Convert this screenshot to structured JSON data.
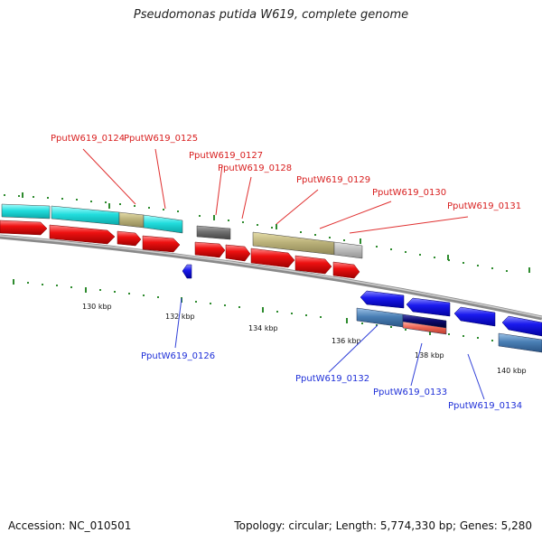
{
  "title": "Pseudomonas putida W619, complete genome",
  "accession_text": "Accession: NC_010501",
  "summary_text": "Topology: circular; Length: 5,774,330 bp; Genes: 5,280",
  "colors": {
    "forward_label": "#d81e1e",
    "reverse_label": "#1e2fd8",
    "ticks": "#2e8b2e",
    "backbone": "#888888",
    "cds_forward": "#ee1111",
    "cds_reverse": "#1a1aee",
    "feature_cyan": "#22dddd",
    "feature_khaki": "#bbb27a",
    "feature_gray": "#777777",
    "feature_lightgray": "#bbbbbb",
    "feature_steelblue": "#4a7fb5",
    "feature_navy": "#0a0a70",
    "feature_salmon": "#ee6655"
  },
  "scale_labels": [
    "130 kbp",
    "132 kbp",
    "134 kbp",
    "136 kbp",
    "138 kbp",
    "140 kbp"
  ],
  "forward_genes": [
    "PputW619_0124",
    "PputW619_0125",
    "PputW619_0127",
    "PputW619_0128",
    "PputW619_0129",
    "PputW619_0130",
    "PputW619_0131"
  ],
  "reverse_genes": [
    "PputW619_0126",
    "PputW619_0132",
    "PputW619_0133",
    "PputW619_0134"
  ]
}
